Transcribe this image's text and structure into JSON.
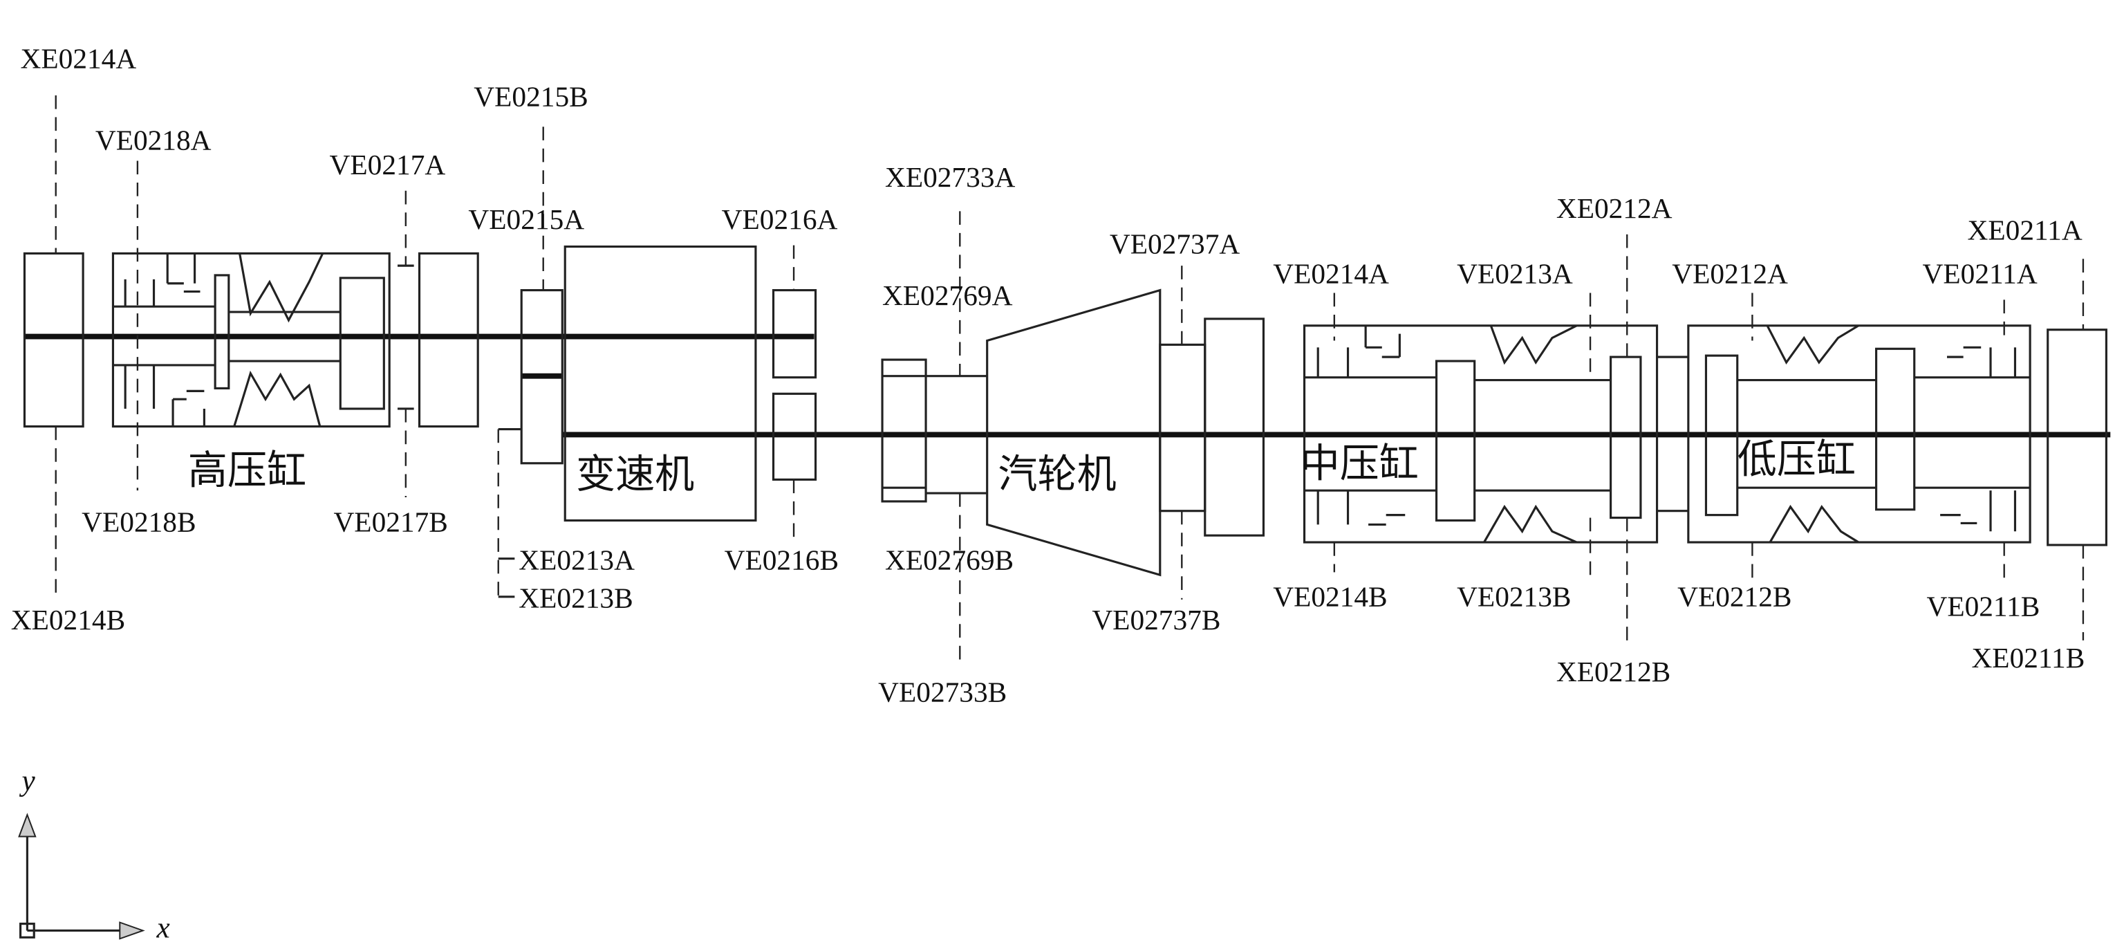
{
  "labels": {
    "XE0214A": "XE0214A",
    "VE0218A": "VE0218A",
    "VE0217A": "VE0217A",
    "VE0215B": "VE0215B",
    "VE0215A": "VE0215A",
    "VE0216A": "VE0216A",
    "XE02733A": "XE02733A",
    "XE02769A": "XE02769A",
    "VE02737A": "VE02737A",
    "XE0212A": "XE0212A",
    "VE0214A": "VE0214A",
    "VE0213A": "VE0213A",
    "VE0212A": "VE0212A",
    "XE0211A": "XE0211A",
    "VE0211A": "VE0211A",
    "VE0218B": "VE0218B",
    "VE0217B": "VE0217B",
    "XE0214B": "XE0214B",
    "XE0213A": "XE0213A",
    "XE0213B": "XE0213B",
    "VE0216B": "VE0216B",
    "XE02769B": "XE02769B",
    "VE02733B": "VE02733B",
    "VE02737B": "VE02737B",
    "VE0214B": "VE0214B",
    "VE0213B": "VE0213B",
    "XE0212B": "XE0212B",
    "VE0212B": "VE0212B",
    "VE0211B": "VE0211B",
    "XE0211B": "XE0211B"
  },
  "components": {
    "hp_cylinder": "高压缸",
    "gearbox": "变速机",
    "steam_turbine": "汽轮机",
    "ip_cylinder": "中压缸",
    "lp_cylinder": "低压缸"
  },
  "axes": {
    "y": "y",
    "x": "x"
  }
}
